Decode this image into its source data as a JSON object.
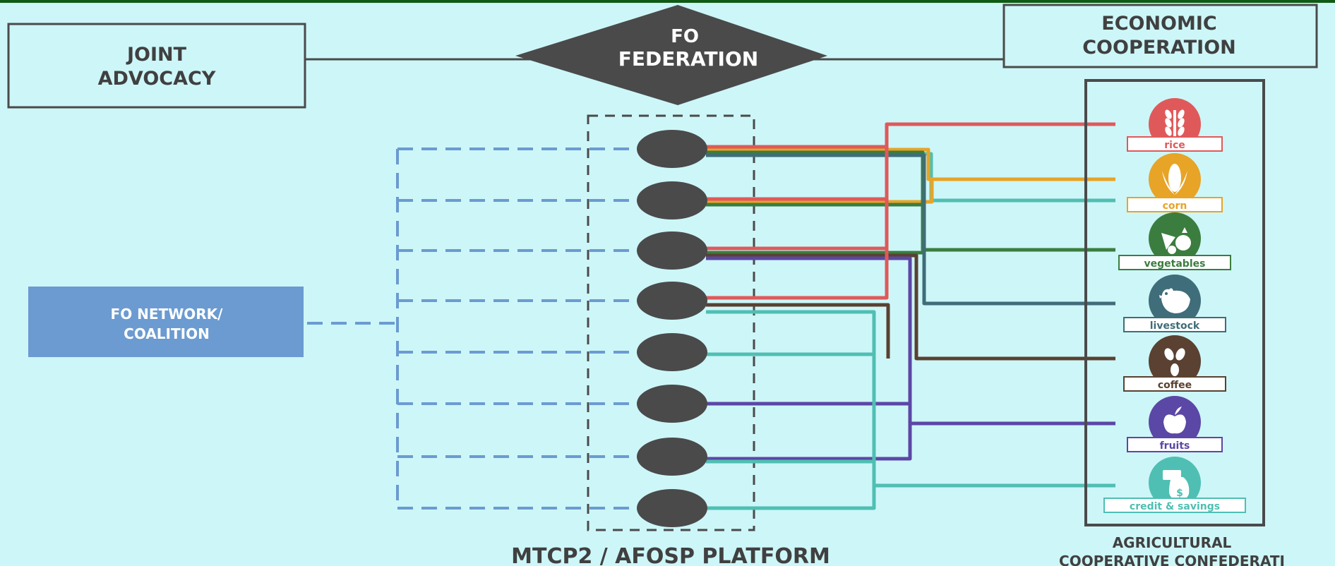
{
  "labels": {
    "joint_advocacy": [
      "JOINT",
      "ADVOCACY"
    ],
    "fo_federation": [
      "FO",
      "FEDERATION"
    ],
    "economic_cooperation": [
      "ECONOMIC",
      "COOPERATION"
    ],
    "fo_network": [
      "FO NETWORK/",
      "COALITION"
    ],
    "platform": "MTCP2 / AFOSP PLATFORM",
    "confederation": [
      "AGRICULTURAL",
      "COOPERATIVE CONFEDERATI"
    ]
  },
  "commodities": [
    {
      "label": "rice",
      "color": "#e0595a",
      "icon": "rice-icon"
    },
    {
      "label": "corn",
      "color": "#e7a426",
      "icon": "corn-icon"
    },
    {
      "label": "vegetables",
      "color": "#3b7d3f",
      "icon": "vegetables-icon"
    },
    {
      "label": "livestock",
      "color": "#3f6d79",
      "icon": "livestock-icon"
    },
    {
      "label": "coffee",
      "color": "#5a4131",
      "icon": "coffee-icon"
    },
    {
      "label": "fruits",
      "color": "#5b47a6",
      "icon": "fruits-icon"
    },
    {
      "label": "credit & savings",
      "color": "#4fbfb3",
      "icon": "credit-savings-icon"
    }
  ],
  "colors": {
    "background": "#cdf6f8",
    "border": "#0f5a14",
    "node": "#4a4a4a",
    "box_stroke": "#4a4a4a",
    "network_box": "#6b9bd1",
    "dash_blue": "#6b9bd1"
  }
}
